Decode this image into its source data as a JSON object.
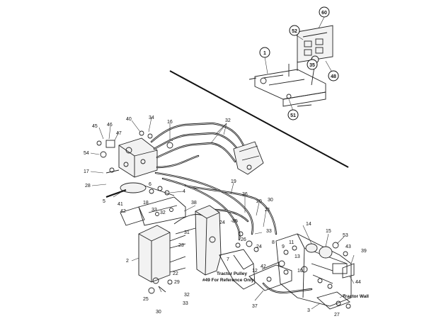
{
  "callouts": [
    {
      "id": "c60",
      "text": "60"
    },
    {
      "id": "c52",
      "text": "52"
    },
    {
      "id": "c1",
      "text": "1"
    },
    {
      "id": "c35",
      "text": "35"
    },
    {
      "id": "c48",
      "text": "48"
    },
    {
      "id": "c51",
      "text": "51"
    }
  ],
  "labels": {
    "l45": "45",
    "l46": "46",
    "l47": "47",
    "l40": "40",
    "l34": "34",
    "l16": "16",
    "l32a": "32",
    "l54": "54",
    "l17": "17",
    "l28a": "28",
    "l6": "6",
    "l5": "5",
    "l41": "41",
    "l42": "42",
    "l18": "18",
    "l33a": "33",
    "l32b": "32",
    "l4": "4",
    "l38": "38",
    "l19": "19",
    "l36": "36",
    "l20": "20",
    "l21": "21",
    "l30a": "30",
    "l35b": "35",
    "l24a": "24",
    "l24b": "24",
    "l33b": "33",
    "l26": "26",
    "l8": "8",
    "l9": "9",
    "l11": "11",
    "l13": "13",
    "l14": "14",
    "l15": "15",
    "l53": "53",
    "l43": "43",
    "l39": "39",
    "l2": "2",
    "l23": "23",
    "l31": "31",
    "l22": "22",
    "l7": "7",
    "l42b": "42",
    "l10": "10",
    "l29": "29",
    "l32c": "32",
    "l25": "25",
    "l33c": "33",
    "l30b": "30",
    "l37": "37",
    "l44": "44",
    "l3": "3",
    "l27": "27",
    "l12": "12"
  },
  "notes": {
    "pulley_line1": "Tractor Pulley",
    "pulley_line2": "#49 For Reference Only",
    "tractor_wall": "Tractor Wall"
  }
}
